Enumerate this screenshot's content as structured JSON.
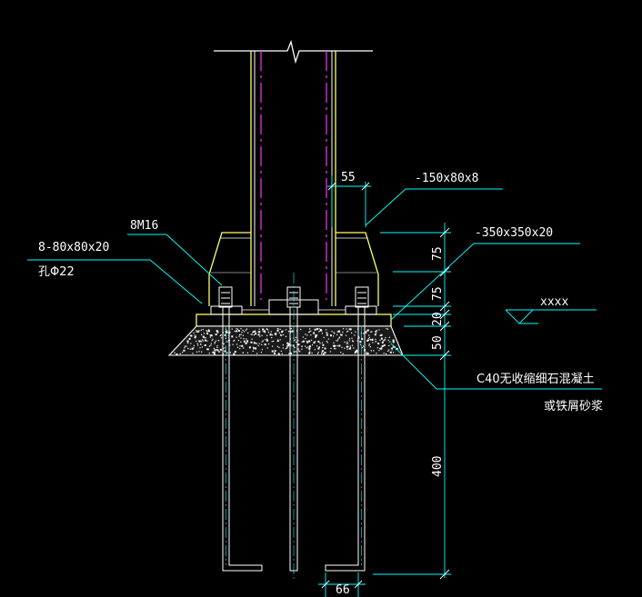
{
  "labels": {
    "stiffener_top": "-150x80x8",
    "base_plate": "-350x350x20",
    "bolts": "8M16",
    "washer": "8-80x80x20",
    "hole": "孔Φ22",
    "level": "xxxx",
    "grout_line1": "C40无收缩细石混凝土",
    "grout_line2": "或铁屑砂浆"
  },
  "dims": {
    "d55": "55",
    "d75a": "75",
    "d75b": "75",
    "d20": "20",
    "d50": "50",
    "d400": "400",
    "d66": "66"
  },
  "colors": {
    "yellow": "#ffff66",
    "white": "#ffffff",
    "cyan": "#00ffff",
    "magenta": "#ff33ff",
    "background": "#000000"
  }
}
